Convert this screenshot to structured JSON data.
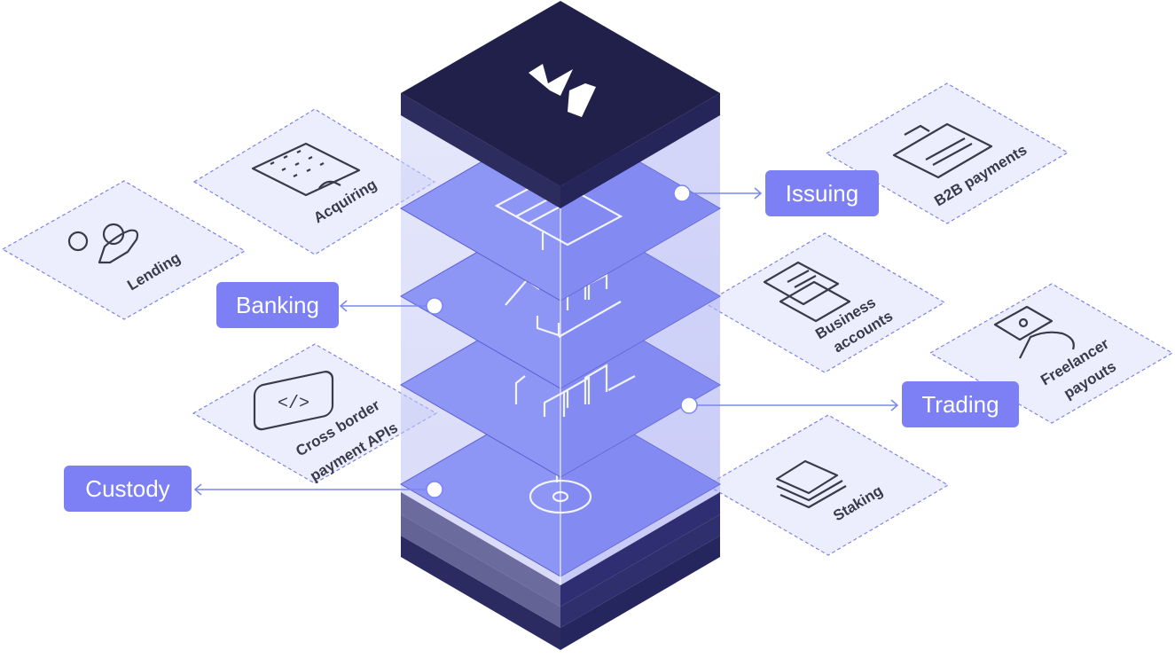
{
  "colors": {
    "pill_bg": "#7c80f4",
    "pill_text": "#ffffff",
    "tower_top": "#20204a",
    "tile_bg": "#e8eafd",
    "tile_border": "#7d84e6",
    "layer_fill": "#7c85f2",
    "connector": "#7c85f2"
  },
  "layers": [
    {
      "label": "Issuing",
      "icon": "card-icon"
    },
    {
      "label": "Banking",
      "icon": "bank-icon"
    },
    {
      "label": "Trading",
      "icon": "trading-chart-icon"
    },
    {
      "label": "Custody",
      "icon": "key-icon"
    }
  ],
  "tiles": {
    "acquiring": {
      "label": "Acquiring",
      "icon": "building-icon"
    },
    "lending": {
      "label": "Lending",
      "icon": "coins-hand-icon"
    },
    "cross_border": {
      "line1": "Cross border",
      "line2": "payment APIs",
      "icon": "code-icon"
    },
    "b2b": {
      "label": "B2B payments",
      "icon": "briefcase-icon"
    },
    "business": {
      "line1": "Business",
      "line2": "accounts",
      "icon": "documents-icon"
    },
    "freelancer": {
      "line1": "Freelancer",
      "line2": "payouts",
      "icon": "phone-hand-icon"
    },
    "staking": {
      "label": "Staking",
      "icon": "stack-layers-icon"
    }
  },
  "logo": {
    "name": "brand-logo"
  }
}
